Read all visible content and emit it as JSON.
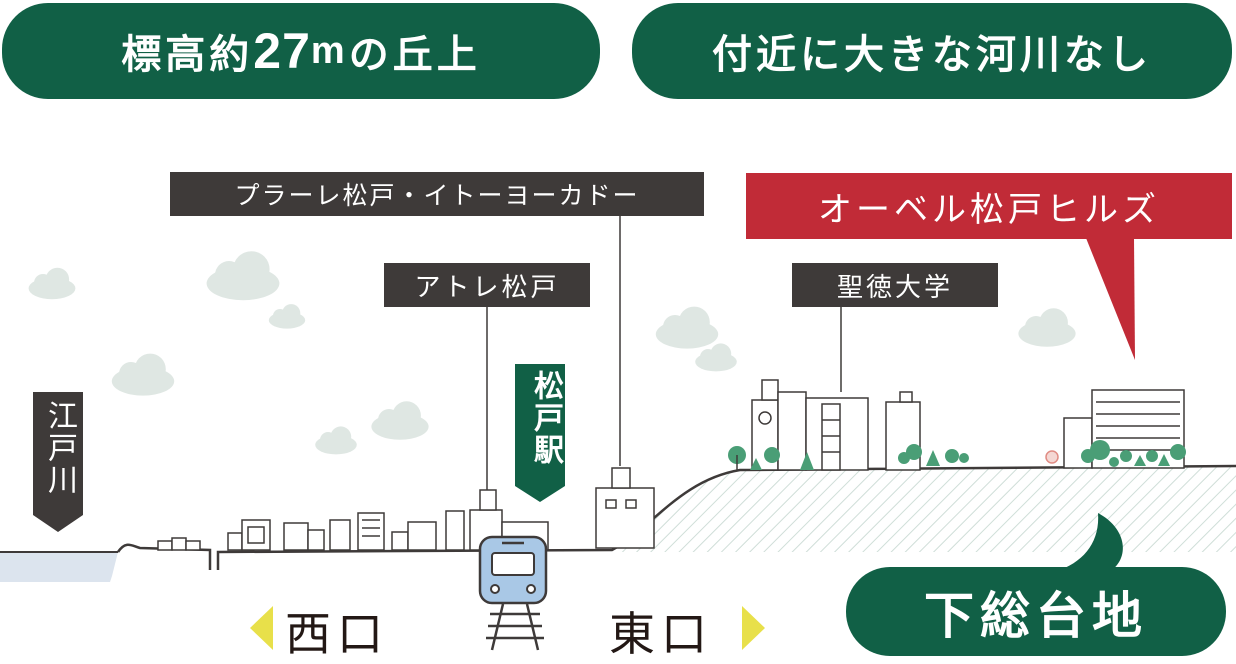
{
  "header": {
    "left_pill": {
      "prefix": "標高約",
      "number": "27",
      "unit": "m",
      "suffix": "の丘上"
    },
    "right_pill": "付近に大きな河川なし"
  },
  "labels": {
    "ito_yokado": "プラーレ松戸・イトーヨーカドー",
    "atre": "アトレ松戸",
    "seitoku": "聖徳大学",
    "hills": "オーベル松戸ヒルズ",
    "edogawa": "江戸川",
    "station": "松戸駅",
    "plateau": "下総台地"
  },
  "exits": {
    "west": "西口",
    "east": "東口"
  },
  "colors": {
    "green": "#116046",
    "red": "#c12b37",
    "dark": "#3e3a39",
    "tree": "#4a9e76",
    "river": "#dce4ee",
    "cloud": "#dfe7e3",
    "arrow_yellow": "#e8e04a",
    "train_blue": "#a9c8e6"
  }
}
